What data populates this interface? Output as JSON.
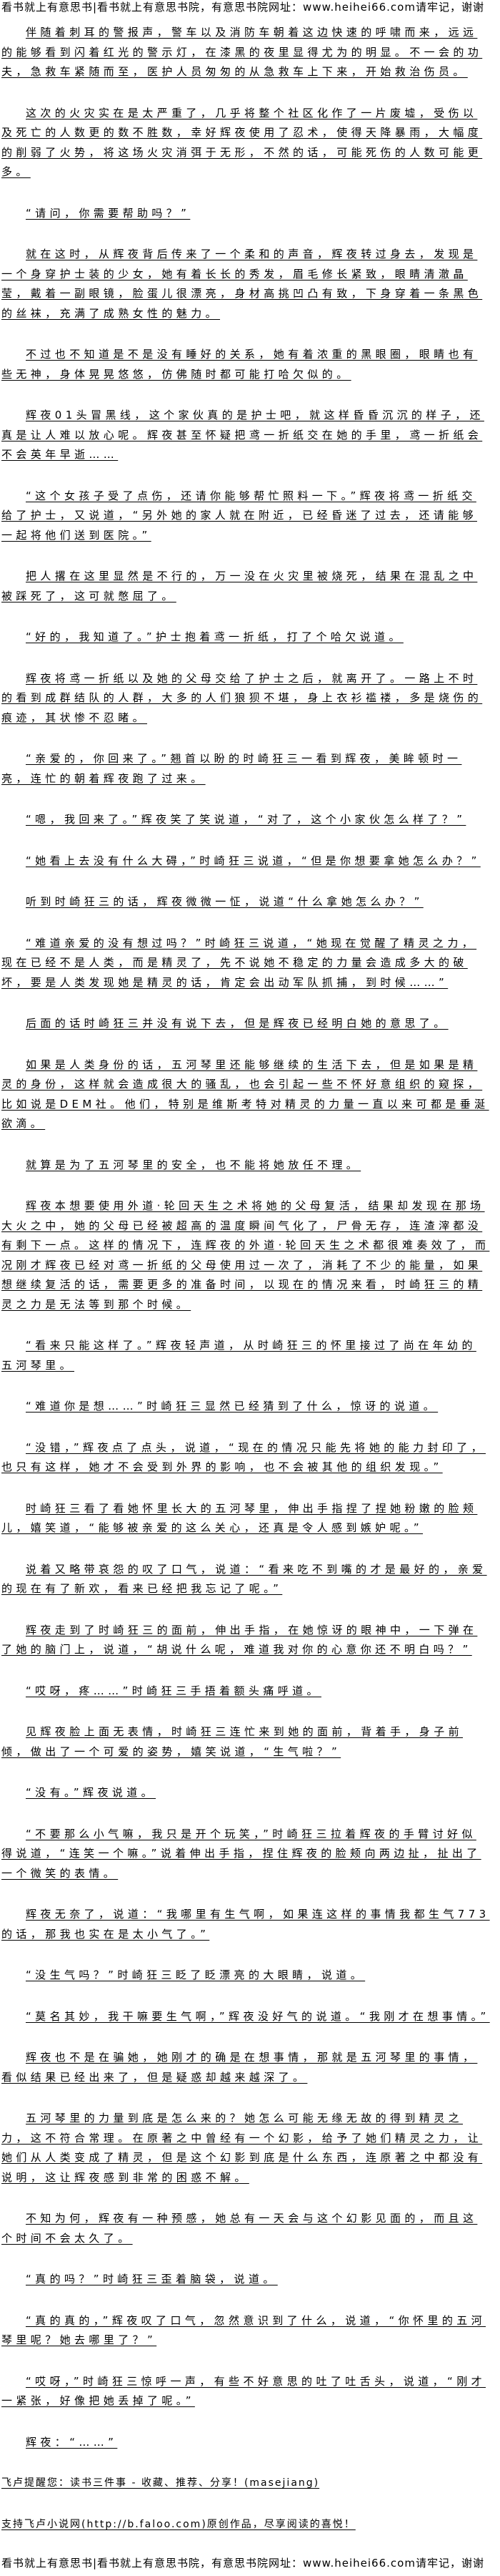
{
  "banner": "看书就上有意思书|看书就上有意思书院，有意思书院网址：www.heihei66.com请牢记，谢谢",
  "paragraphs": [
    "伴随着刺耳的警报声，警车以及消防车朝着这边快速的呼啸而来，远远的能够看到闪着红光的警示灯，在漆黑的夜里显得尤为的明显。不一会的功夫，急救车紧随而至，医护人员匆匆的从急救车上下来，开始救治伤员。",
    "这次的火灾实在是太严重了，几乎将整个社区化作了一片废墟，受伤以及死亡的人数更的数不胜数，幸好辉夜使用了忍术，使得天降暴雨，大幅度的削弱了火势，将这场火灾消弭于无形，不然的话，可能死伤的人数可能更多。",
    "“请问，你需要帮助吗？”",
    "就在这时，从辉夜背后传来了一个柔和的声音，辉夜转过身去，发现是一个身穿护士装的少女，她有着长长的秀发，眉毛修长紧致，眼睛清澈晶莹，戴着一副眼镜，脸蛋儿很漂亮，身材高挑凹凸有致，下身穿着一条黑色的丝袜，充满了成熟女性的魅力。",
    "不过也不知道是不是没有睡好的关系，她有着浓重的黑眼圈，眼睛也有些无神，身体晃晃悠悠，仿佛随时都可能打哈欠似的。",
    "辉夜01头冒黑线，这个家伙真的是护士吧，就这样昏昏沉沉的样子，还真是让人难以放心呢。辉夜甚至怀疑把鸢一折纸交在她的手里，鸢一折纸会不会英年早逝……",
    "“这个女孩子受了点伤，还请你能够帮忙照料一下。”辉夜将鸢一折纸交给了护士，又说道，“另外她的家人就在附近，已经昏迷了过去，还请能够一起将他们送到医院。”",
    "把人撂在这里显然是不行的，万一没在火灾里被烧死，结果在混乱之中被踩死了，这可就憋屈了。",
    "“好的，我知道了。”护士抱着鸢一折纸，打了个哈欠说道。",
    "辉夜将鸢一折纸以及她的父母交给了护士之后，就离开了。一路上不时的看到成群结队的人群，大多的人们狼狈不堪，身上衣衫褴褛，多是烧伤的痕迹，其状惨不忍睹。",
    "“亲爱的，你回来了。”翘首以盼的时崎狂三一看到辉夜，美眸顿时一亮，连忙的朝着辉夜跑了过来。",
    "“嗯，我回来了。”辉夜笑了笑说道，“对了，这个小家伙怎么样了？”",
    "“她看上去没有什么大碍，”时崎狂三说道，“但是你想要拿她怎么办？”",
    "听到时崎狂三的话，辉夜微微一怔，说道“什么拿她怎么办？”",
    "“难道亲爱的没有想过吗？”时崎狂三说道，“她现在觉醒了精灵之力，现在已经不是人类，而是精灵了，先不说她不稳定的力量会造成多大的破坏，要是人类发现她是精灵的话，肯定会出动军队抓捕，到时候……”",
    "后面的话时崎狂三并没有说下去，但是辉夜已经明白她的意思了。",
    "如果是人类身份的话，五河琴里还能够继续的生活下去，但是如果是精灵的身份，这样就会造成很大的骚乱，也会引起一些不怀好意组织的窥探，比如说是DEM社。他们，特别是维斯考特对精灵的力量一直以来可都是垂涎欲滴。",
    "就算是为了五河琴里的安全，也不能将她放任不理。",
    "辉夜本想要使用外道·轮回天生之术将她的父母复活，结果却发现在那场大火之中，她的父母已经被超高的温度瞬间气化了，尸骨无存，连渣滓都没有剩下一点。这样的情况下，连辉夜的外道·轮回天生之术都很难奏效了，而况刚才辉夜已经对鸢一折纸的父母使用过一次了，消耗了不少的能量，如果想继续复活的话，需要更多的准备时间，以现在的情况来看，时崎狂三的精灵之力是无法等到那个时候。",
    "“看来只能这样了。”辉夜轻声道，从时崎狂三的怀里接过了尚在年幼的五河琴里。",
    "“难道你是想……”时崎狂三显然已经猜到了什么，惊讶的说道。",
    "“没错，”辉夜点了点头，说道，“现在的情况只能先将她的能力封印了，也只有这样，她才不会受到外界的影响，也不会被其他的组织发现。”",
    "时崎狂三看了看她怀里长大的五河琴里，伸出手指捏了捏她粉嫩的脸颊儿，嬉笑道，“能够被亲爱的这么关心，还真是令人感到嫉妒呢。”",
    "说着又略带哀怨的叹了口气，说道：“看来吃不到嘴的才是最好的，亲爱的现在有了新欢，看来已经把我忘记了呢。”",
    "辉夜走到了时崎狂三的面前，伸出手指，在她惊讶的眼神中，一下弹在了她的脑门上，说道，“胡说什么呢，难道我对你的心意你还不明白吗？”",
    "“哎呀，疼……”时崎狂三手捂着额头痛呼道。",
    "见辉夜脸上面无表情，时崎狂三连忙来到她的面前，背着手，身子前倾，做出了一个可爱的姿势，嬉笑说道，“生气啦？”",
    "“没有。”辉夜说道。",
    "“不要那么小气嘛，我只是开个玩笑，”时崎狂三拉着辉夜的手臂讨好似得说道，“连笑一个嘛。”说着伸出手指，捏住辉夜的脸颊向两边扯，扯出了一个微笑的表情。",
    "辉夜无奈了，说道：“我哪里有生气啊，如果连这样的事情我都生气773的话，那我也实在是太小气了。”",
    "“没生气吗？”时崎狂三眨了眨漂亮的大眼睛，说道。",
    "“莫名其妙，我干嘛要生气啊，”辉夜没好气的说道。“我刚才在想事情。”",
    "辉夜也不是在骗她，她刚才的确是在想事情，那就是五河琴里的事情，看似结果已经出来了，但是疑惑却越来越深了。",
    "五河琴里的力量到底是怎么来的？她怎么可能无缘无故的得到精灵之力，这不符合常理。在原著之中曾经有一个幻影，给予了她们精灵之力，让她们从人类变成了精灵，但是这个幻影到底是什么东西，连原著之中都没有说明，这让辉夜感到非常的困惑不解。",
    "不知为何，辉夜有一种预感，她总有一天会与这个幻影见面的，而且这个时间不会太久了。",
    "“真的吗？”时崎狂三歪着脑袋，说道。",
    "“真的真的，”辉夜叹了口气，忽然意识到了什么，说道，“你怀里的五河琴里呢？她去哪里了？”",
    "“哎呀，”时崎狂三惊呼一声，有些不好意思的吐了吐舌头，说道，“刚才一紧张，好像把她丢掉了呢。”",
    "辉夜：“……”"
  ],
  "footer": [
    "飞卢提醒您：读书三件事 - 收藏、推荐、分享！(masejiang)",
    "支持飞卢小说网(http://b.faloo.com)原创作品，尽享阅读的喜悦！"
  ]
}
